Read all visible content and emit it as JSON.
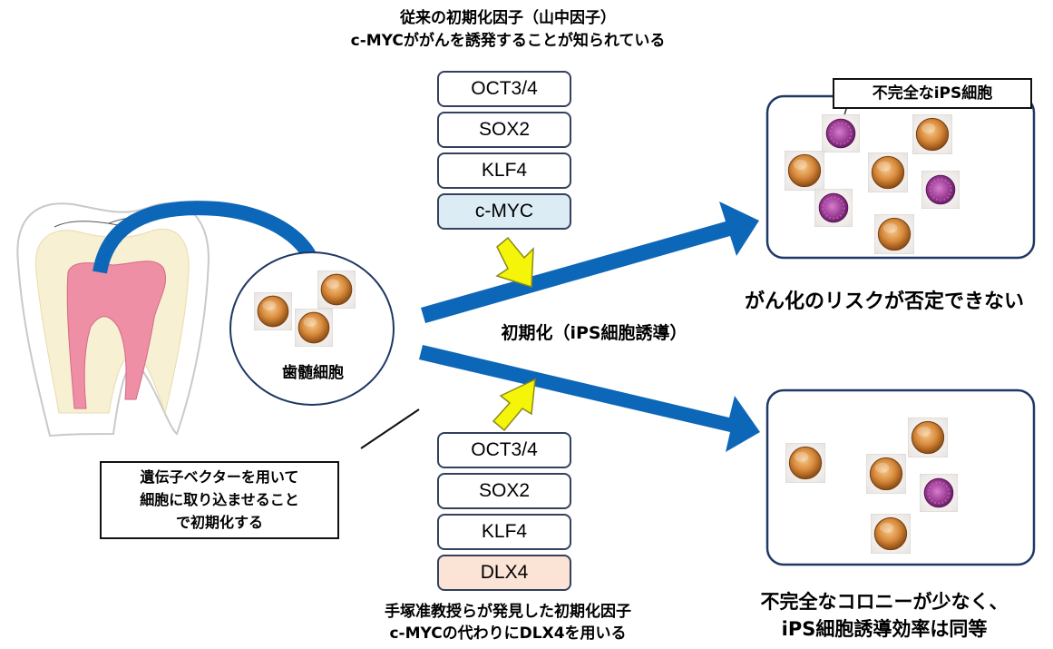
{
  "top_caption": {
    "line1": "従来の初期化因子（山中因子）",
    "line2": "c-MYCががんを誘発することが知られている"
  },
  "top_factors": [
    "OCT3/4",
    "SOX2",
    "KLF4",
    "c-MYC"
  ],
  "bottom_factors": [
    "OCT3/4",
    "SOX2",
    "KLF4",
    "DLX4"
  ],
  "bottom_caption": {
    "line1": "手塚准教授らが発見した初期化因子",
    "line2": "c-MYCの代わりにDLX4を用いる"
  },
  "dental_pulp_label": "歯髄細胞",
  "reprogramming_label": "初期化（iPS細胞誘導）",
  "vector_note": {
    "line1": "遺伝子ベクターを用いて",
    "line2": "細胞に取り込ませること",
    "line3": "で初期化する"
  },
  "incomplete_cell_label": "不完全なiPS細胞",
  "top_result": "がん化のリスクが否定できない",
  "bottom_result": {
    "line1": "不完全なコロニーが少なく、",
    "line2": "iPS細胞誘導効率は同等"
  },
  "colors": {
    "arrow_blue": "#0d67b8",
    "pointer_yellow": "#f5f50a",
    "complete_cell": "#c7782c",
    "incomplete_cell": "#8f2f88",
    "highlight_c_myc": "#dcecf4",
    "highlight_dlx4": "#fbe4d6"
  },
  "icons": [
    "tooth-illustration",
    "complete-ips-cell-icon",
    "incomplete-ips-cell-icon"
  ]
}
